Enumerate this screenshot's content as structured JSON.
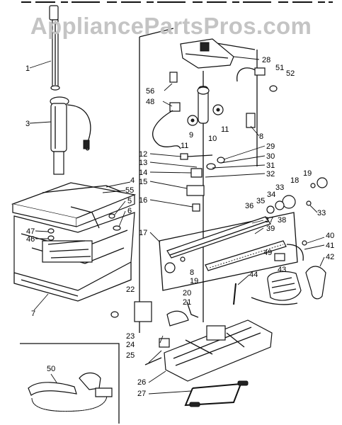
{
  "watermark": "AppliancePartsPros.com",
  "callouts": [
    {
      "id": "c1",
      "text": "1"
    },
    {
      "id": "c3",
      "text": "3"
    },
    {
      "id": "c4",
      "text": "4"
    },
    {
      "id": "c55",
      "text": "55"
    },
    {
      "id": "c5",
      "text": "5"
    },
    {
      "id": "c6",
      "text": "6"
    },
    {
      "id": "c47",
      "text": "47"
    },
    {
      "id": "c46",
      "text": "46"
    },
    {
      "id": "c7",
      "text": "7"
    },
    {
      "id": "c28",
      "text": "28"
    },
    {
      "id": "c51",
      "text": "51"
    },
    {
      "id": "c52",
      "text": "52"
    },
    {
      "id": "c56",
      "text": "56"
    },
    {
      "id": "c48",
      "text": "48"
    },
    {
      "id": "c9",
      "text": "9"
    },
    {
      "id": "c11a",
      "text": "11"
    },
    {
      "id": "c10",
      "text": "10"
    },
    {
      "id": "c11b",
      "text": "11"
    },
    {
      "id": "c8a",
      "text": "8"
    },
    {
      "id": "c29",
      "text": "29"
    },
    {
      "id": "c30",
      "text": "30"
    },
    {
      "id": "c31",
      "text": "31"
    },
    {
      "id": "c32",
      "text": "32"
    },
    {
      "id": "c12",
      "text": "12"
    },
    {
      "id": "c13",
      "text": "13"
    },
    {
      "id": "c14",
      "text": "14"
    },
    {
      "id": "c15",
      "text": "15"
    },
    {
      "id": "c16",
      "text": "16"
    },
    {
      "id": "c19a",
      "text": "19"
    },
    {
      "id": "c18",
      "text": "18"
    },
    {
      "id": "c33a",
      "text": "33"
    },
    {
      "id": "c34",
      "text": "34"
    },
    {
      "id": "c35",
      "text": "35"
    },
    {
      "id": "c36",
      "text": "36"
    },
    {
      "id": "c33b",
      "text": "33"
    },
    {
      "id": "c37",
      "text": "37"
    },
    {
      "id": "c38",
      "text": "38"
    },
    {
      "id": "c39",
      "text": "39"
    },
    {
      "id": "c17",
      "text": "17"
    },
    {
      "id": "c40",
      "text": "40"
    },
    {
      "id": "c41",
      "text": "41"
    },
    {
      "id": "c49",
      "text": "49"
    },
    {
      "id": "c42",
      "text": "42"
    },
    {
      "id": "c8b",
      "text": "8"
    },
    {
      "id": "c19b",
      "text": "19"
    },
    {
      "id": "c43",
      "text": "43"
    },
    {
      "id": "c44",
      "text": "44"
    },
    {
      "id": "c22",
      "text": "22"
    },
    {
      "id": "c20",
      "text": "20"
    },
    {
      "id": "c21",
      "text": "21"
    },
    {
      "id": "c23",
      "text": "23"
    },
    {
      "id": "c24",
      "text": "24"
    },
    {
      "id": "c25",
      "text": "25"
    },
    {
      "id": "c26",
      "text": "26"
    },
    {
      "id": "c27",
      "text": "27"
    },
    {
      "id": "c50",
      "text": "50"
    }
  ]
}
